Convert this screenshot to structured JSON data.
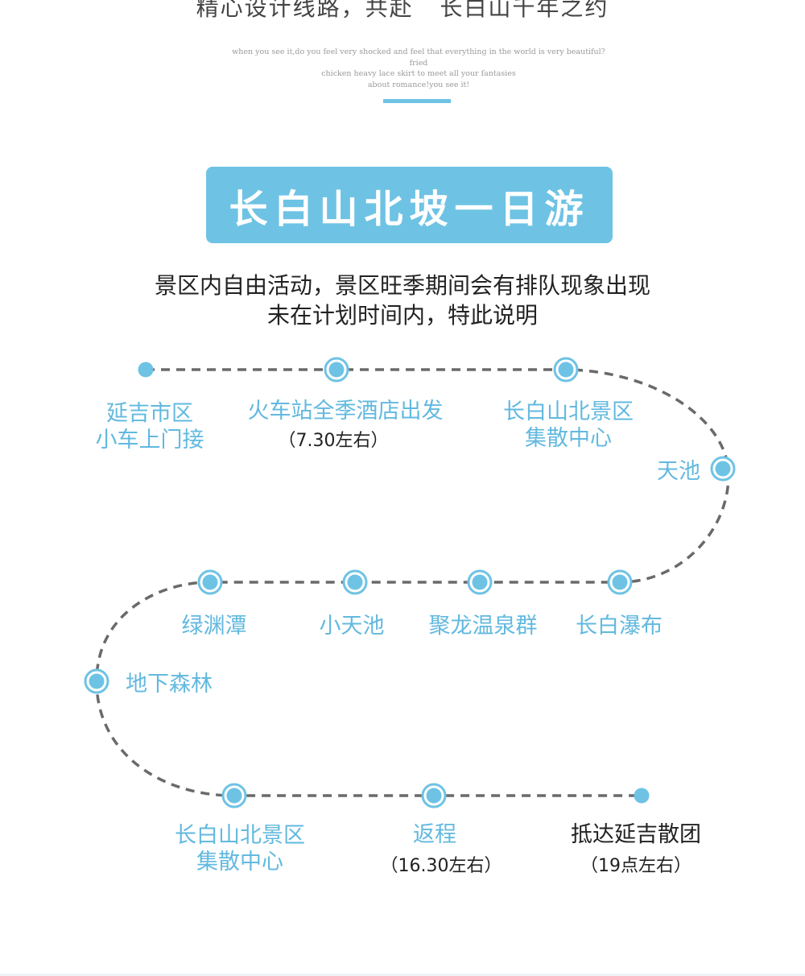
{
  "header": {
    "title": "精心设计线路，共赴   长白山千年之约",
    "tagline": [
      "when you see it,do you feel very shocked and feel that everything in the world is very beautiful?fried",
      "chicken heavy lace skirt to meet all your fantasies",
      "about romance!you see it!"
    ]
  },
  "banner": {
    "title": "长白山北坡一日游"
  },
  "notice": {
    "line1": "景区内自由活动，景区旺季期间会有排队现象出现",
    "line2": "未在计划时间内，特此说明"
  },
  "route": {
    "stops": [
      {
        "lines": [
          "延吉市区",
          "小车上门接"
        ]
      },
      {
        "lines": [
          "火车站全季酒店出发"
        ],
        "note": "（7.30左右）"
      },
      {
        "lines": [
          "长白山北景区",
          "集散中心"
        ]
      },
      {
        "lines": [
          "天池"
        ]
      },
      {
        "lines": [
          "长白瀑布"
        ]
      },
      {
        "lines": [
          "聚龙温泉群"
        ]
      },
      {
        "lines": [
          "小天池"
        ]
      },
      {
        "lines": [
          "绿渊潭"
        ]
      },
      {
        "lines": [
          "地下森林"
        ]
      },
      {
        "lines": [
          "长白山北景区",
          "集散中心"
        ]
      },
      {
        "lines": [
          "返程"
        ],
        "note": "（16.30左右）"
      },
      {
        "lines": [
          "抵达延吉散团"
        ],
        "note": "（19点左右）"
      }
    ]
  },
  "colors": {
    "accent": "#6ec3e4",
    "path": "#6a6a6a",
    "label_text": "#62b9df",
    "dark_text": "#222222"
  }
}
